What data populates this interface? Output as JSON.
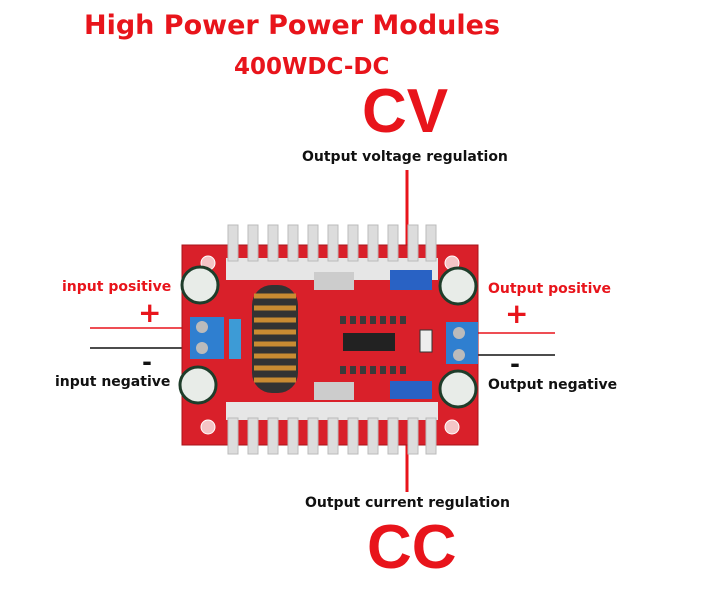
{
  "header": {
    "title": "High Power Power Modules",
    "subtitle": "400WDC-DC"
  },
  "cv": {
    "mode": "CV",
    "label": "Output voltage regulation"
  },
  "cc": {
    "mode": "CC",
    "label": "Output current regulation"
  },
  "input": {
    "positive_label": "input positive",
    "positive_sign": "+",
    "negative_label": "input negative",
    "negative_sign": "-"
  },
  "output": {
    "positive_label": "Output positive",
    "positive_sign": "+",
    "negative_label": "Output negative",
    "negative_sign": "-"
  },
  "colors": {
    "accent": "#e8141b",
    "board": "#d9202a",
    "terminal": "#2f7fd0"
  }
}
